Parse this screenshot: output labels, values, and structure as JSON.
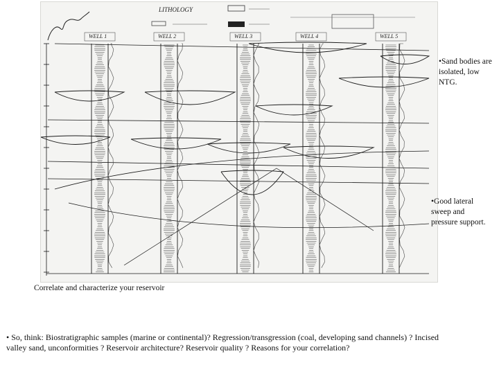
{
  "figure": {
    "legend_title": "LITHOLOGY",
    "wells": [
      {
        "label": "WELL 1"
      },
      {
        "label": "WELL 2"
      },
      {
        "label": "WELL 3"
      },
      {
        "label": "WELL 4"
      },
      {
        "label": "WELL 5"
      }
    ],
    "line_color": "#1a1a1a",
    "paper_color": "#f4f4f2"
  },
  "notes": [
    {
      "bullet": "•",
      "text": "Sand bodies are isolated, low NTG."
    },
    {
      "bullet": "•",
      "text": "Good lateral sweep and pressure support."
    }
  ],
  "caption": "Correlate and characterize your reservoir",
  "question": {
    "bullet": "•",
    "text": "So, think: Biostratigraphic samples (marine or continental)? Regression/transgression (coal, developing sand channels) ? Incised valley sand, unconformities ? Reservoir architecture? Reservoir quality ? Reasons for your correlation?"
  }
}
